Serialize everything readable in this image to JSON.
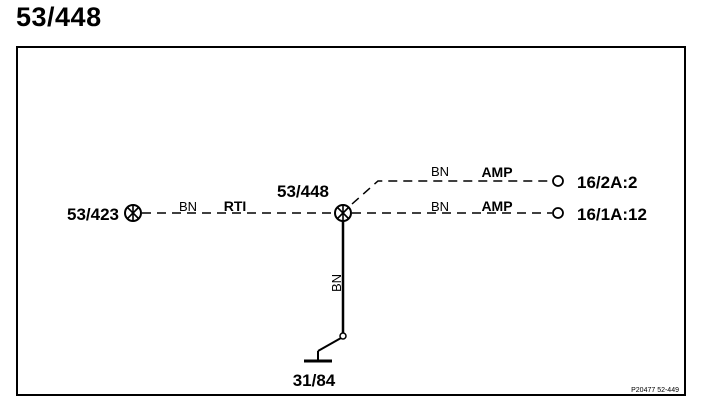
{
  "page_title": "53/448",
  "nodes": {
    "left_connector": "53/423",
    "center_connector": "53/448",
    "ground": "31/84",
    "terminal_top": "16/2A:2",
    "terminal_bottom": "16/1A:12"
  },
  "wires": {
    "left": {
      "color": "BN",
      "ref": "RTI"
    },
    "upper_right": {
      "color": "BN",
      "ref": "AMP"
    },
    "lower_right": {
      "color": "BN",
      "ref": "AMP"
    },
    "vertical": {
      "color": "BN"
    }
  },
  "footer_code": "P20477  52-449"
}
